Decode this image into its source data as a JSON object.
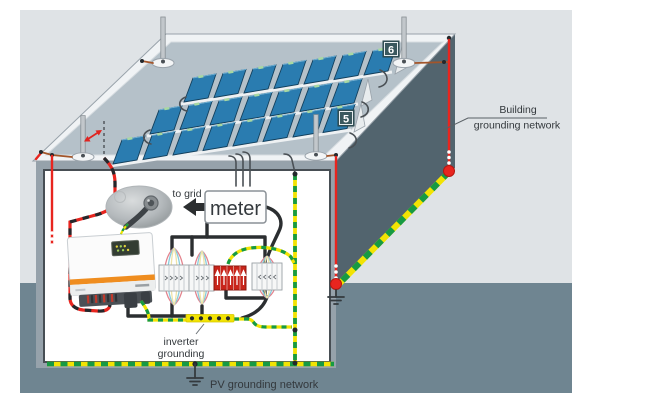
{
  "diagram": {
    "description": "Rooftop PV plant grounding scheme illustration",
    "callouts": {
      "five": "5",
      "six": "6"
    },
    "labels": {
      "to_grid": "to grid",
      "meter": "meter",
      "inverter_grounding_line1": "inverter",
      "inverter_grounding_line2": "grounding",
      "pv_grounding_network": "PV grounding network",
      "building_grounding_line1": "Building",
      "building_grounding_line2": "grounding network"
    },
    "icons": {
      "to_grid_arrow": "left-arrow",
      "earth_symbols": "iec-earth-ground",
      "lightning_rods": "air-terminal-rod",
      "grounding_lug_photo": "grounding-lug-closeup"
    },
    "colors": {
      "sky": "#dfe3e6",
      "ground": "#6f8591",
      "building_side": "#52646e",
      "roof": "#b5c1c9",
      "roof_edge": "#f0f3f5",
      "wall_frame": "#96a2ab",
      "room": "#ffffff",
      "grounding_red": "#e8251f",
      "pe_yellow": "#f2e303",
      "pe_green": "#169a43",
      "wire_black": "#2b2e30",
      "rod_wire_brown": "#a3552a",
      "panel_blue": "#2a7cb0",
      "spd_red": "#c8241a",
      "inverter_orange": "#ef8d1f",
      "callout_bg": "#3a585e",
      "text": "#33383c"
    }
  }
}
